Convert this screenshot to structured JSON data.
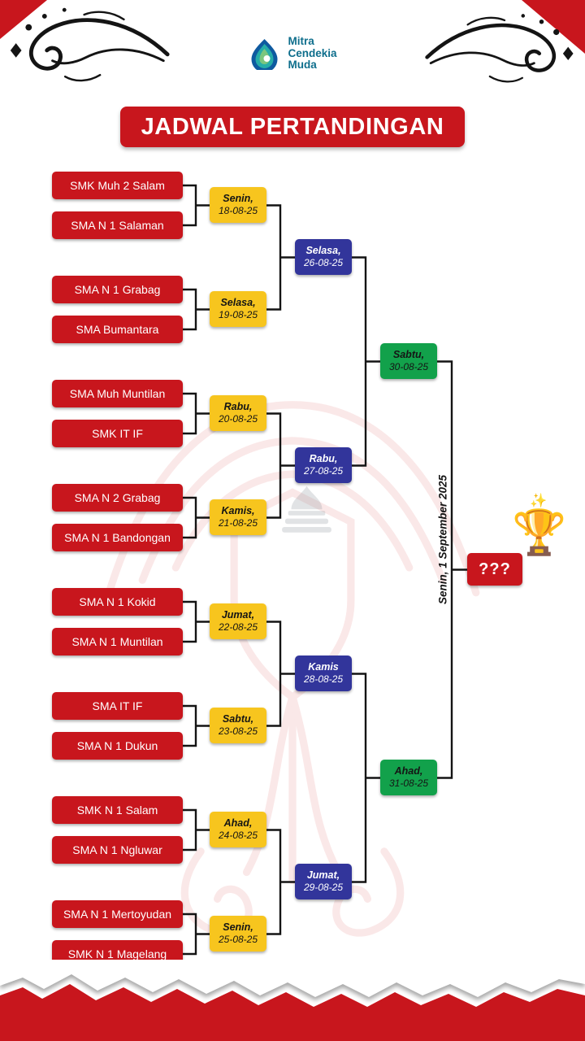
{
  "colors": {
    "red": "#C8161D",
    "yellow": "#F7C51E",
    "navy": "#32359B",
    "green": "#12A14B",
    "brand": "#0E6E8C",
    "line": "#141414"
  },
  "header": {
    "logo": {
      "line1": "Mitra",
      "line2": "Cendekia",
      "line3": "Muda",
      "icon": "droplet-swirl-logo"
    },
    "title": "JADWAL PERTANDINGAN"
  },
  "bracket": {
    "teams": [
      "SMK Muh 2 Salam",
      "SMA N 1 Salaman",
      "SMA N 1 Grabag",
      "SMA Bumantara",
      "SMA Muh Muntilan",
      "SMK IT IF",
      "SMA N 2 Grabag",
      "SMA N 1 Bandongan",
      "SMA N 1 Kokid",
      "SMA N 1 Muntilan",
      "SMA IT IF",
      "SMA N 1 Dukun",
      "SMK N 1 Salam",
      "SMA N 1 Ngluwar",
      "SMA N 1 Mertoyudan",
      "SMK N 1 Magelang"
    ],
    "round1": [
      {
        "day": "Senin,",
        "date": "18-08-25"
      },
      {
        "day": "Selasa,",
        "date": "19-08-25"
      },
      {
        "day": "Rabu,",
        "date": "20-08-25"
      },
      {
        "day": "Kamis,",
        "date": "21-08-25"
      },
      {
        "day": "Jumat,",
        "date": "22-08-25"
      },
      {
        "day": "Sabtu,",
        "date": "23-08-25"
      },
      {
        "day": "Ahad,",
        "date": "24-08-25"
      },
      {
        "day": "Senin,",
        "date": "25-08-25"
      }
    ],
    "round2": [
      {
        "day": "Selasa,",
        "date": "26-08-25"
      },
      {
        "day": "Rabu,",
        "date": "27-08-25"
      },
      {
        "day": "Kamis",
        "date": "28-08-25"
      },
      {
        "day": "Jumat,",
        "date": "29-08-25"
      }
    ],
    "semifinals": [
      {
        "day": "Sabtu,",
        "date": "30-08-25"
      },
      {
        "day": "Ahad,",
        "date": "31-08-25"
      }
    ],
    "final": {
      "label": "???",
      "schedule": "Senin, 1 September 2025",
      "trophy_icon": "trophy-icon",
      "sparkle_icon": "sparkles-icon"
    }
  }
}
